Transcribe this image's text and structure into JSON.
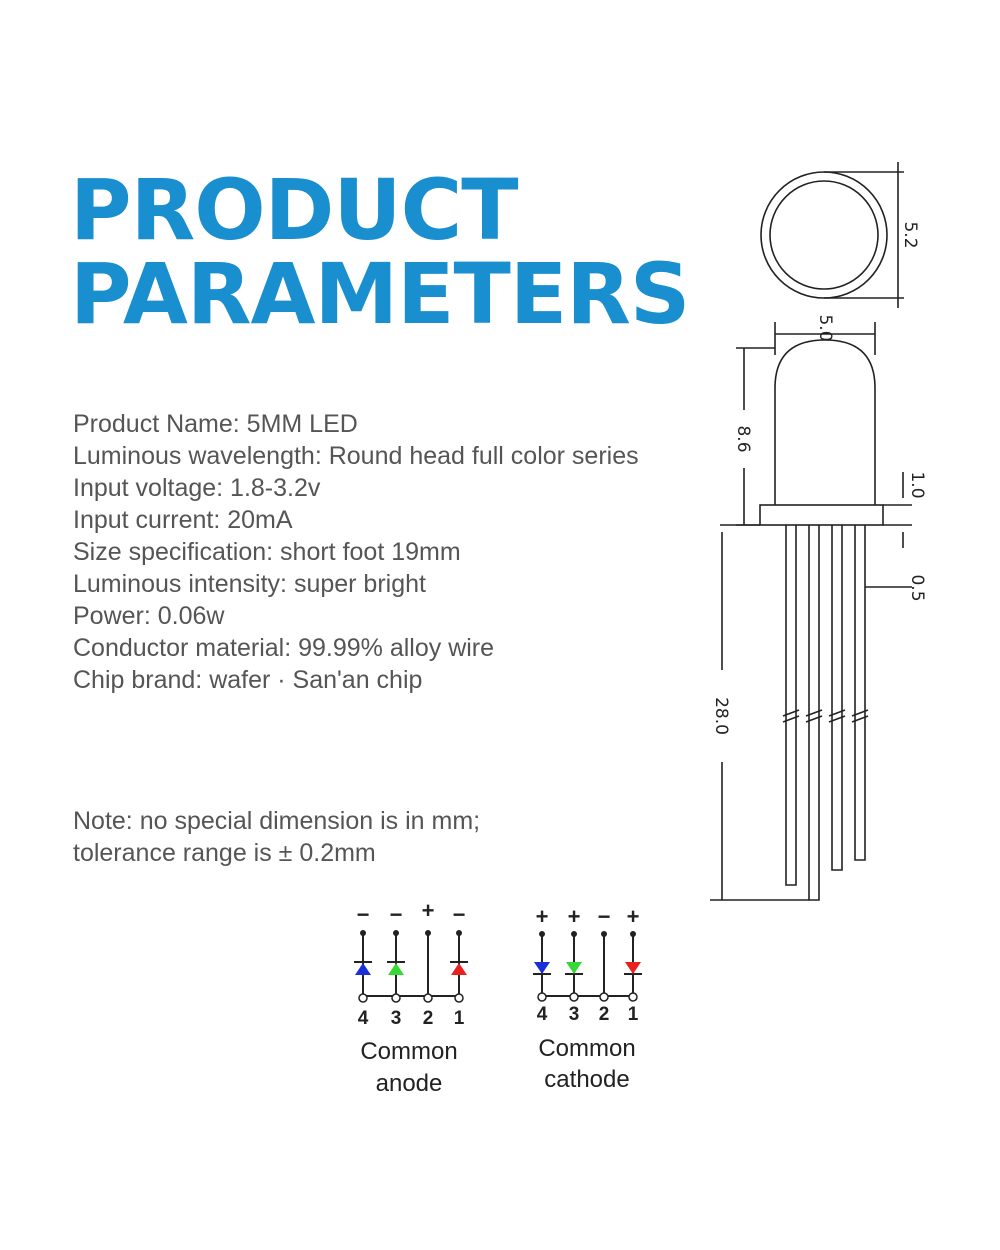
{
  "title": {
    "line1": "PRODUCT",
    "line2": "PARAMETERS"
  },
  "specs": [
    "Product Name: 5MM LED",
    "Luminous wavelength: Round head full color series",
    "Input voltage: 1.8-3.2v",
    "Input current: 20mA",
    "Size specification: short foot 19mm",
    "Luminous intensity: super bright",
    "Power: 0.06w",
    "Conductor material: 99.99% alloy wire",
    "Chip brand: wafer · San'an chip"
  ],
  "note": {
    "line1": "Note: no special dimension is in mm;",
    "line2": "tolerance range is ± 0.2mm"
  },
  "dimensions": {
    "head_diameter": "5.2",
    "body_diameter": "5.0",
    "body_height": "8.6",
    "flange_height": "1.0",
    "pin_width": "0.5",
    "pin_length": "28.0"
  },
  "common_anode": {
    "caption_line1": "Common",
    "caption_line2": "anode",
    "signs": [
      "−",
      "−",
      "+",
      "−"
    ],
    "pins": [
      "4",
      "3",
      "2",
      "1"
    ],
    "led_colors": [
      "#1a2fd8",
      "#35d835",
      null,
      "#e82020"
    ]
  },
  "common_cathode": {
    "caption_line1": "Common",
    "caption_line2": "cathode",
    "signs": [
      "+",
      "+",
      "−",
      "+"
    ],
    "pins": [
      "4",
      "3",
      "2",
      "1"
    ],
    "led_colors": [
      "#1a2fd8",
      "#35d835",
      null,
      "#e82020"
    ]
  },
  "colors": {
    "title": "#1a8fd0",
    "text": "#555555"
  }
}
